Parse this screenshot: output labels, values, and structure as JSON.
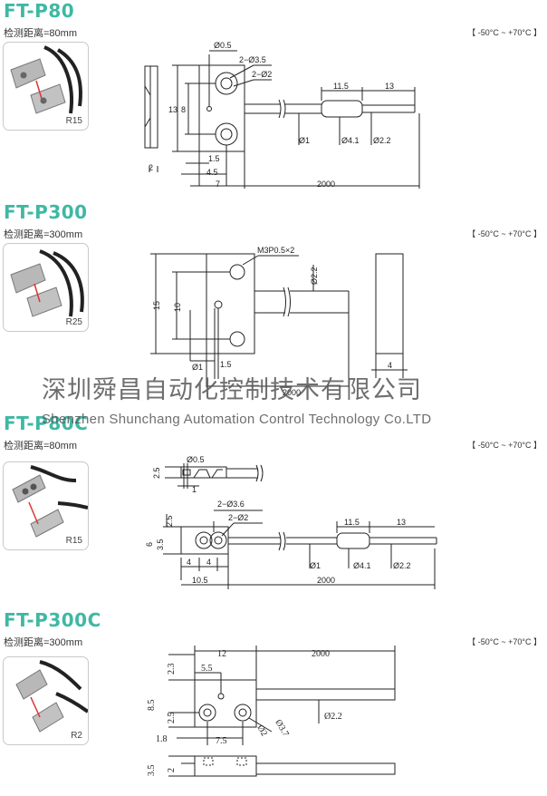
{
  "sections": [
    {
      "model": "FT-P80",
      "distance": "检测距离=80mm",
      "temp": "【 -50°C ~ +70°C 】",
      "radius": "R15",
      "dims": {
        "d05": "Ø0.5",
        "hole2": "2−Ø3.5",
        "hole1": "2−Ø2",
        "h13": "13",
        "h8": "8",
        "w15": "1.5",
        "w45": "4.5",
        "w7": "7",
        "s2": "2",
        "phi1": "Ø1",
        "l2000": "2000",
        "l115": "11.5",
        "l13": "13",
        "phi41": "Ø4.1",
        "phi22": "Ø2.2"
      }
    },
    {
      "model": "FT-P300",
      "distance": "检测距离=300mm",
      "temp": "【 -50°C ~ +70°C 】",
      "radius": "R25",
      "dims": {
        "m3": "M3P0.5×2",
        "d22": "Ø2.2",
        "h15": "15",
        "h10": "10",
        "phi1": "Ø1",
        "w15": "1.5",
        "l2000": "2000",
        "w4": "4"
      }
    },
    {
      "model": "FT-P80C",
      "distance": "检测距离=80mm",
      "temp": "【 -50°C ~ +70°C 】",
      "radius": "R15",
      "dims": {
        "d05": "Ø0.5",
        "h25a": "2.5",
        "w1": "1",
        "hole2": "2−Ø3.6",
        "hole1": "2−Ø2",
        "h25b": "2.5",
        "h6": "6",
        "h35": "3.5",
        "w4a": "4",
        "w4b": "4",
        "w105": "10.5",
        "phi1": "Ø1",
        "l2000": "2000",
        "l115": "11.5",
        "l13": "13",
        "phi41": "Ø4.1",
        "phi22": "Ø2.2"
      }
    },
    {
      "model": "FT-P300C",
      "distance": "检测距离=300mm",
      "temp": "【 -50°C ~ +70°C 】",
      "radius": "R2",
      "dims": {
        "w12": "12",
        "l2000": "2000",
        "h23": "2.3",
        "w55": "5.5",
        "h85": "8.5",
        "h25": "2.5",
        "d37": "Ø3.7",
        "d2": "Ø2",
        "phi22": "Ø2.2",
        "w18": "1.8",
        "w75": "7.5",
        "h35": "3.5",
        "h2": "2"
      }
    }
  ],
  "watermark": {
    "chinese": "深圳舜昌自动化控制技术有限公司",
    "english": "Shenzhen Shunchang  Automation Control Technology  Co.LTD"
  },
  "colors": {
    "accent": "#3fb8a3",
    "line": "#222222"
  }
}
